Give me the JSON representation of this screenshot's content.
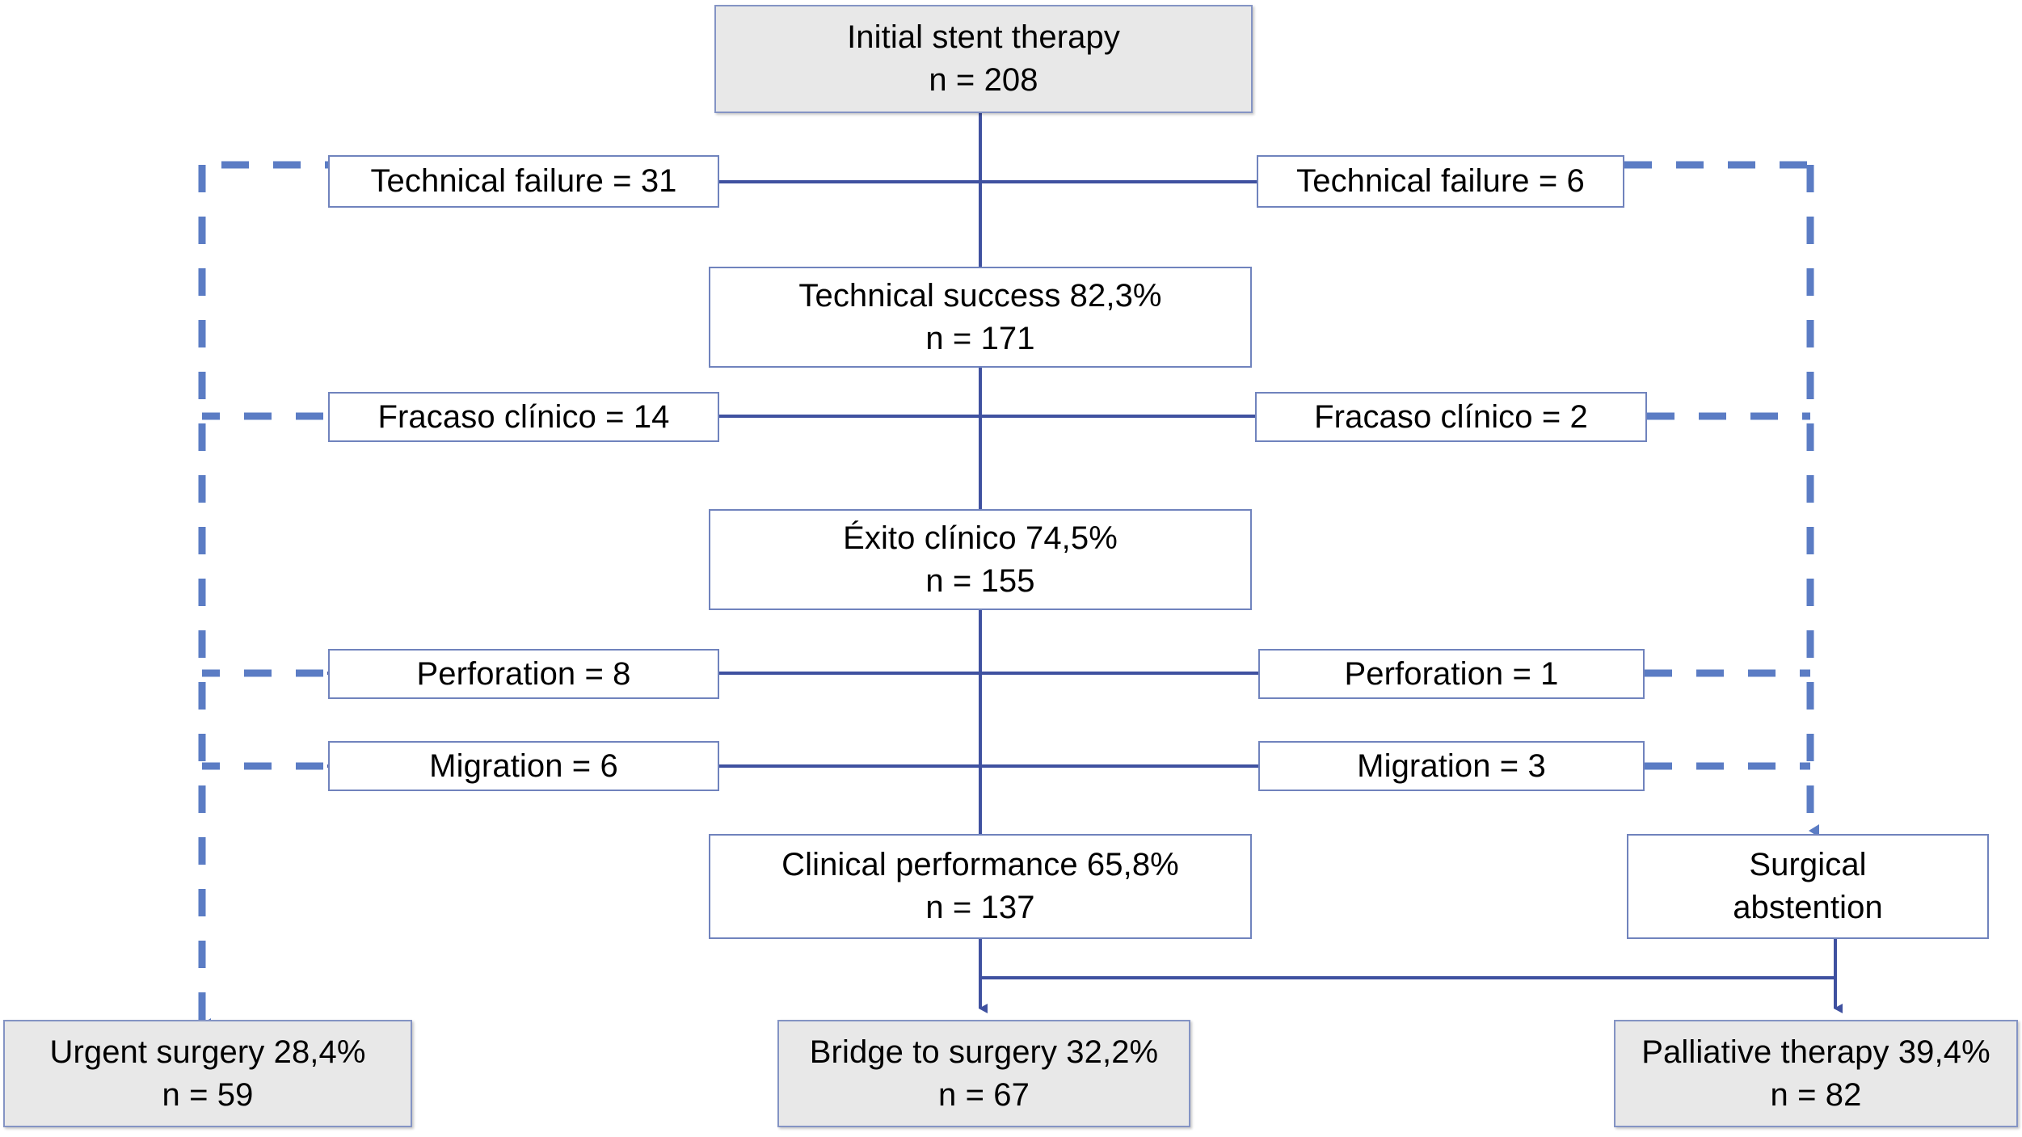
{
  "diagram": {
    "title": "Initial stent therapy flow",
    "colors": {
      "box_border": "#7083bd",
      "box_fill_plain": "#ffffff",
      "box_fill_shaded": "#e8e8e8",
      "connector_solid": "#3f51a0",
      "connector_dashed": "#5b7cc4",
      "text": "#000000"
    }
  },
  "nodes": {
    "initial": {
      "line1": "Initial stent therapy",
      "line2": "n = 208"
    },
    "technical_failure_left": {
      "line1": "Technical failure = 31"
    },
    "technical_failure_right": {
      "line1": "Technical failure = 6"
    },
    "technical_success": {
      "line1": "Technical success 82,3%",
      "line2": "n = 171"
    },
    "clinical_failure_left": {
      "line1": "Fracaso clínico = 14"
    },
    "clinical_failure_right": {
      "line1": "Fracaso clínico = 2"
    },
    "clinical_success": {
      "line1": "Éxito clínico 74,5%",
      "line2": "n = 155"
    },
    "perforation_left": {
      "line1": "Perforation = 8"
    },
    "perforation_right": {
      "line1": "Perforation = 1"
    },
    "migration_left": {
      "line1": "Migration = 6"
    },
    "migration_right": {
      "line1": "Migration = 3"
    },
    "clinical_performance": {
      "line1": "Clinical performance 65,8%",
      "line2": "n = 137"
    },
    "surgical_abstention": {
      "line1": "Surgical",
      "line2": "abstention"
    },
    "urgent_surgery": {
      "line1": "Urgent surgery 28,4%",
      "line2": "n = 59"
    },
    "bridge_to_surgery": {
      "line1": "Bridge to surgery 32,2%",
      "line2": "n = 67"
    },
    "palliative_therapy": {
      "line1": "Palliative therapy 39,4%",
      "line2": "n = 82"
    }
  },
  "chart_data": {
    "type": "flowchart",
    "title": "Initial stent therapy outcomes",
    "total_n": 208,
    "steps": [
      {
        "label": "Initial stent therapy",
        "n": 208
      },
      {
        "label": "Technical success",
        "n": 171,
        "percent": 82.3
      },
      {
        "label": "Éxito clínico",
        "n": 155,
        "percent": 74.5
      },
      {
        "label": "Clinical performance",
        "n": 137,
        "percent": 65.8
      }
    ],
    "exclusions_left": [
      {
        "label": "Technical failure",
        "n": 31
      },
      {
        "label": "Fracaso clínico",
        "n": 14
      },
      {
        "label": "Perforation",
        "n": 8
      },
      {
        "label": "Migration",
        "n": 6
      }
    ],
    "exclusions_right": [
      {
        "label": "Technical failure",
        "n": 6
      },
      {
        "label": "Fracaso clínico",
        "n": 2
      },
      {
        "label": "Perforation",
        "n": 1
      },
      {
        "label": "Migration",
        "n": 3
      }
    ],
    "outcomes": [
      {
        "label": "Urgent surgery",
        "n": 59,
        "percent": 28.4
      },
      {
        "label": "Bridge to surgery",
        "n": 67,
        "percent": 32.2
      },
      {
        "label": "Palliative therapy",
        "n": 82,
        "percent": 39.4
      }
    ]
  }
}
